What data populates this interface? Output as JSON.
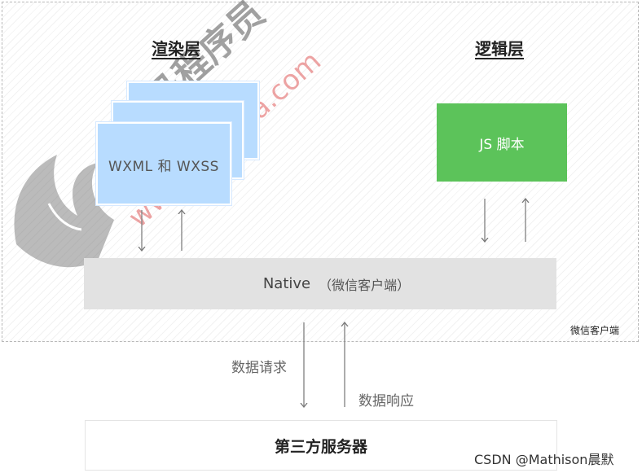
{
  "diagram": {
    "render_layer_title": "渲染层",
    "logic_layer_title": "逻辑层",
    "render_box_label": "WXML 和 WXSS",
    "logic_box_label": "JS 脚本",
    "native_label": "Native",
    "native_sub": "（微信客户端）",
    "client_frame_label": "微信客户端",
    "request_label": "数据请求",
    "response_label": "数据响应",
    "server_label": "第三方服务器"
  },
  "watermarks": {
    "logo_text": "黑马程序员",
    "logo_url": "www.itheima.com",
    "csdn": "CSDN @Mathison晨默"
  },
  "colors": {
    "render_box": "#b8dcff",
    "logic_box": "#5cc35a",
    "native_box": "#e2e2e2"
  }
}
